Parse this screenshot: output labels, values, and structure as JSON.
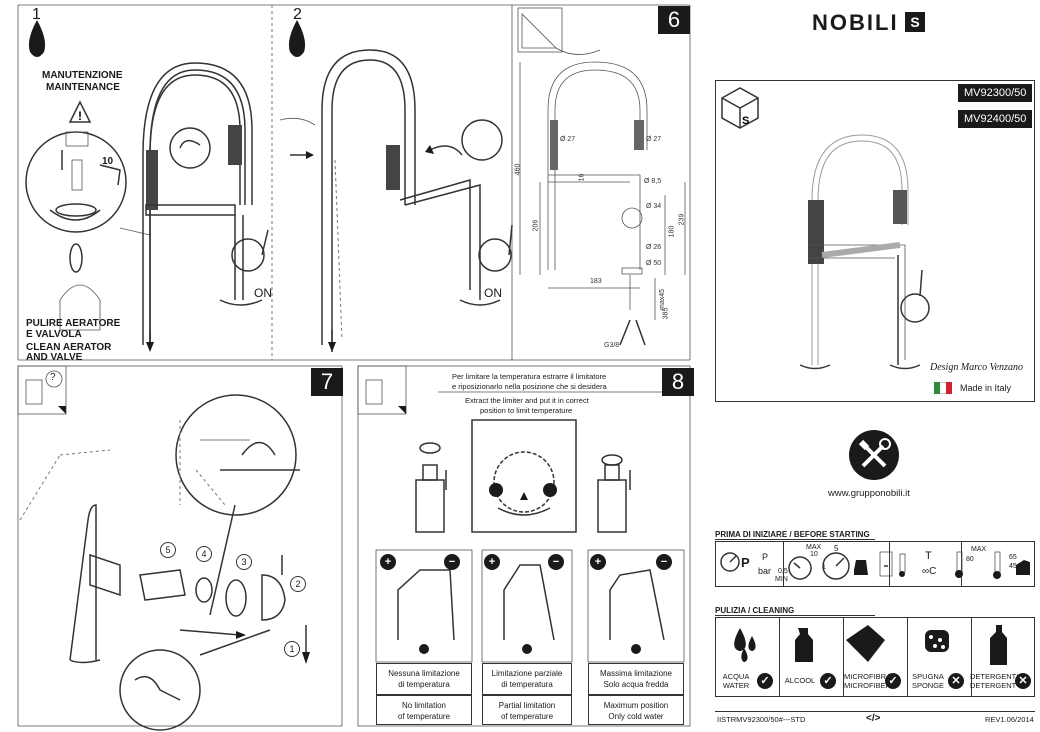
{
  "steps": {
    "step1": {
      "number": "1",
      "maintenance_it": "MANUTENZIONE",
      "maintenance_en": "MAINTENANCE",
      "wrench_size": "10",
      "clean_it_1": "PULIRE AERATORE",
      "clean_it_2": "E VALVOLA",
      "clean_en_1": "CLEAN AERATOR",
      "clean_en_2": "AND VALVE"
    },
    "step2": {
      "number": "2",
      "on_label": "ON"
    },
    "step1_on": "ON",
    "step6": {
      "number": "6",
      "dims": {
        "d27a": "Ø 27",
        "d27b": "Ø 27",
        "h460": "460",
        "h16": "16",
        "d85": "Ø 8,5",
        "d34": "Ø 34",
        "h206": "206",
        "h239": "239",
        "h180": "180",
        "d26": "Ø 26",
        "d50": "Ø 50",
        "w183": "183",
        "max45": "max45",
        "h385": "385",
        "g38": "G3/8"
      }
    },
    "step7": {
      "number": "7",
      "question": "?",
      "parts": [
        "1",
        "2",
        "3",
        "4",
        "5"
      ]
    },
    "step8": {
      "number": "8",
      "instr_it_1": "Per limitare la temperatura estrarre il limitatore",
      "instr_it_2": "e riposizionarlo nella posizione che si desidera",
      "instr_en_1": "Extract the limiter and put it in correct",
      "instr_en_2": "position to limit temperature",
      "options": [
        {
          "it_1": "Nessuna limitazione",
          "it_2": "di temperatura",
          "en_1": "No limitation",
          "en_2": "of temperature"
        },
        {
          "it_1": "Limitazione parziale",
          "it_2": "di temperatura",
          "en_1": "Partial limitation",
          "en_2": "of temperature"
        },
        {
          "it_1": "Massima limitazione",
          "it_2": "Solo acqua fredda",
          "en_1": "Maximum position",
          "en_2": "Only cold water"
        }
      ]
    }
  },
  "brand": {
    "name": "NOBILI",
    "logo_letter": "S"
  },
  "product": {
    "model_1": "MV92300/50",
    "model_2": "MV92400/50",
    "design": "Design Marco Venzano",
    "made_in": "Made in Italy",
    "flag_colors": [
      "#2e8b3a",
      "#ffffff",
      "#d2232a"
    ]
  },
  "website": "www.grupponobili.it",
  "before_starting": {
    "title": "PRIMA DI INIZIARE  /  BEFORE STARTING",
    "p_label": "P",
    "bar_label": "bar",
    "min_val": "0,5",
    "min_label": "MIN",
    "max_val": "10",
    "max_label": "MAX",
    "gauge_5": "5",
    "gauge_1": "1",
    "t_label": "T",
    "tc_label": "∞C",
    "temp_max": "MAX",
    "temp_80": "80",
    "t65": "65",
    "t45": "45"
  },
  "cleaning": {
    "title": "PULIZIA  /  CLEANING",
    "items": [
      {
        "it": "ACQUA",
        "en": "WATER",
        "ok": true
      },
      {
        "it": "ALCOOL",
        "en": "",
        "ok": true
      },
      {
        "it": "MICROFIBRA",
        "en": "MICROFIBER",
        "ok": true
      },
      {
        "it": "SPUGNA",
        "en": "SPONGE",
        "ok": false
      },
      {
        "it": "DETERGENTI",
        "en": "DETERGENT",
        "ok": false
      }
    ]
  },
  "footer": {
    "code": "IISTRMV92300/50#---STD",
    "rev": "REV1.06/2014"
  }
}
